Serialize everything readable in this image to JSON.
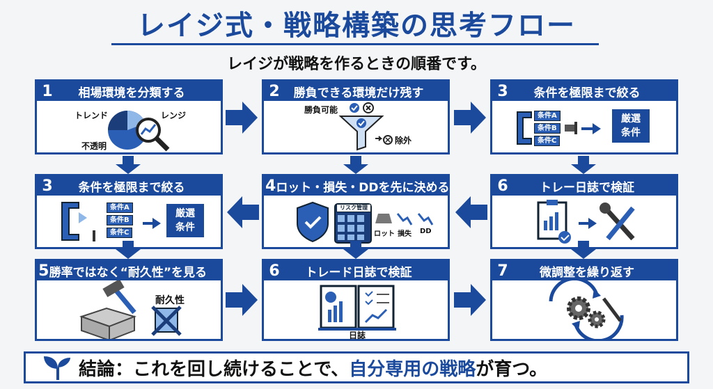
{
  "title": "レイジ式・戦略構築の思考フロー",
  "subtitle": "レイジが戦略を作るときの順番です。",
  "cards": [
    {
      "num": "1",
      "title": "相場環境を分類する",
      "labels": [
        "トレンド",
        "レンジ",
        "不透明"
      ]
    },
    {
      "num": "2",
      "title": "勝負できる環境だけ残す",
      "labels": [
        "勝負可能",
        "除外"
      ]
    },
    {
      "num": "3",
      "title": "条件を極限まで絞る",
      "labels": [
        "条件A",
        "条件B",
        "条件C",
        "厳選",
        "条件"
      ]
    },
    {
      "num": "3",
      "title": "条件を極限まで絞る",
      "labels": [
        "条件A",
        "条件B",
        "条件C",
        "厳選",
        "条件"
      ]
    },
    {
      "num": "4",
      "title": "ロット・損失・DDを先に決める",
      "labels": [
        "リスク管理",
        "ロット",
        "損失",
        "DD"
      ]
    },
    {
      "num": "6",
      "title": "トレー日誌で検証",
      "labels": []
    },
    {
      "num": "5",
      "title": "勝率ではなく“耐久性”を見る",
      "labels": [
        "耐久性"
      ]
    },
    {
      "num": "6",
      "title": "トレード日誌で検証",
      "labels": [
        "日誌"
      ]
    },
    {
      "num": "7",
      "title": "微調整を繰り返す",
      "labels": []
    }
  ],
  "conclusion": {
    "prefix": "結論：これを回し続けることで、",
    "highlight1": "自分専用の戦略",
    "mid": "が育つ。"
  },
  "colors": {
    "primary": "#1b4a9c",
    "accent": "#2a5fb5"
  }
}
